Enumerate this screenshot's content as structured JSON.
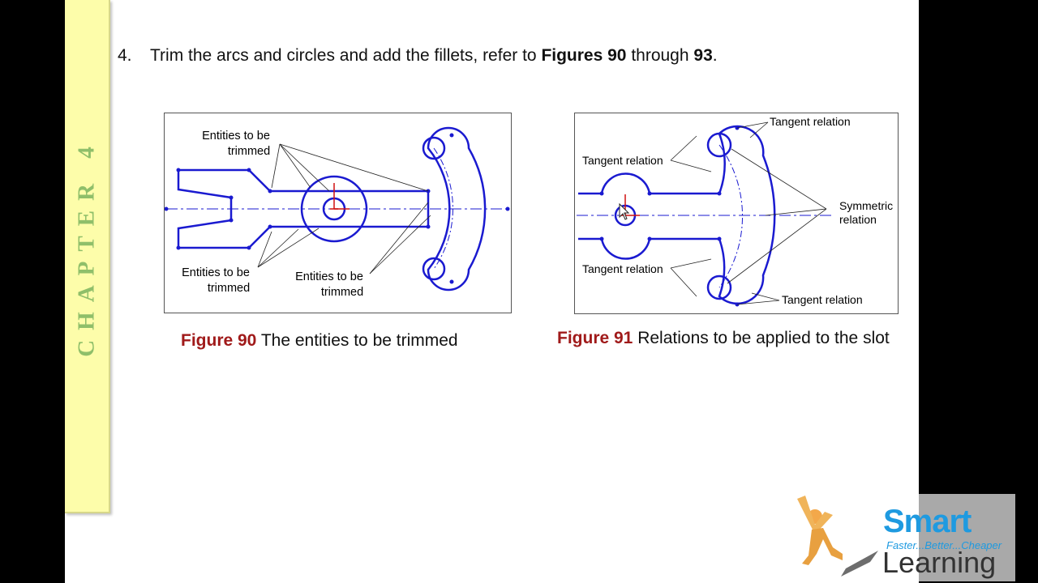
{
  "sidebar": {
    "chapter_label": "CHAPTER 4"
  },
  "step": {
    "number": "4.",
    "text_before": "Trim the arcs and circles and add the fillets, refer to ",
    "bold_1": "Figures 90",
    "text_mid": " through ",
    "bold_2": "93",
    "text_after": "."
  },
  "figure90": {
    "labels": {
      "top_line1": "Entities to be",
      "top_line2": "trimmed",
      "bottom_left_line1": "Entities to be",
      "bottom_left_line2": "trimmed",
      "bottom_mid_line1": "Entities to be",
      "bottom_mid_line2": "trimmed"
    },
    "caption_number": "Figure 90",
    "caption_text": " The entities to be trimmed"
  },
  "figure91": {
    "labels": {
      "tangent_top_right": "Tangent relation",
      "tangent_left_upper": "Tangent relation",
      "symmetric_line1": "Symmetric",
      "symmetric_line2": "relation",
      "tangent_left_lower": "Tangent relation",
      "tangent_bottom_right": "Tangent relation"
    },
    "caption_number": "Figure 91",
    "caption_text": " Relations to be applied to the slot"
  },
  "logo": {
    "brand": "Smart",
    "tagline": "Faster...Better...Cheaper",
    "word": "Learning"
  },
  "colors": {
    "sketch_blue": "#1a1ad0",
    "caption_red": "#a01a1a",
    "chapter_green": "#8fbf6a",
    "tab_yellow": "#fdfdaa"
  }
}
